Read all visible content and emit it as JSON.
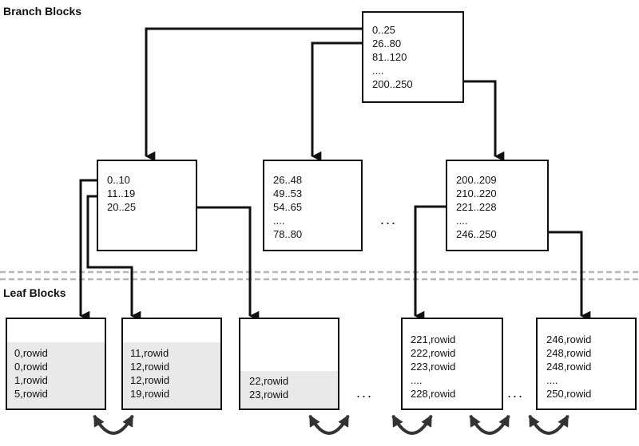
{
  "labels": {
    "branch": "Branch Blocks",
    "leaf": "Leaf Blocks"
  },
  "colors": {
    "line": "#111111",
    "separator": "#b5b5b5",
    "leaf_fill": "#e9e9e9",
    "swap_arrow": "#333333"
  },
  "root": {
    "entries": [
      "0..25",
      "26..80",
      "81..120",
      "....",
      "200..250"
    ]
  },
  "branches": [
    {
      "entries": [
        "0..10",
        "11..19",
        "20..25"
      ]
    },
    {
      "entries": [
        "26..48",
        "49..53",
        "54..65",
        "....",
        "78..80"
      ]
    },
    {
      "entries": [
        "200..209",
        "210..220",
        "221..228",
        "....",
        "246..250"
      ]
    }
  ],
  "branch_ellipsis": "...",
  "leaves": [
    {
      "entries": [
        "0,rowid",
        "0,rowid",
        "1,rowid",
        "5,rowid"
      ]
    },
    {
      "entries": [
        "11,rowid",
        "12,rowid",
        "12,rowid",
        "19,rowid"
      ]
    },
    {
      "entries": [
        "22,rowid",
        "23,rowid"
      ]
    },
    {
      "entries": [
        "221,rowid",
        "222,rowid",
        "223,rowid",
        "....",
        "228,rowid"
      ]
    },
    {
      "entries": [
        "246,rowid",
        "248,rowid",
        "248,rowid",
        "....",
        "250,rowid"
      ]
    }
  ],
  "leaf_ellipses": [
    "...",
    "..."
  ]
}
